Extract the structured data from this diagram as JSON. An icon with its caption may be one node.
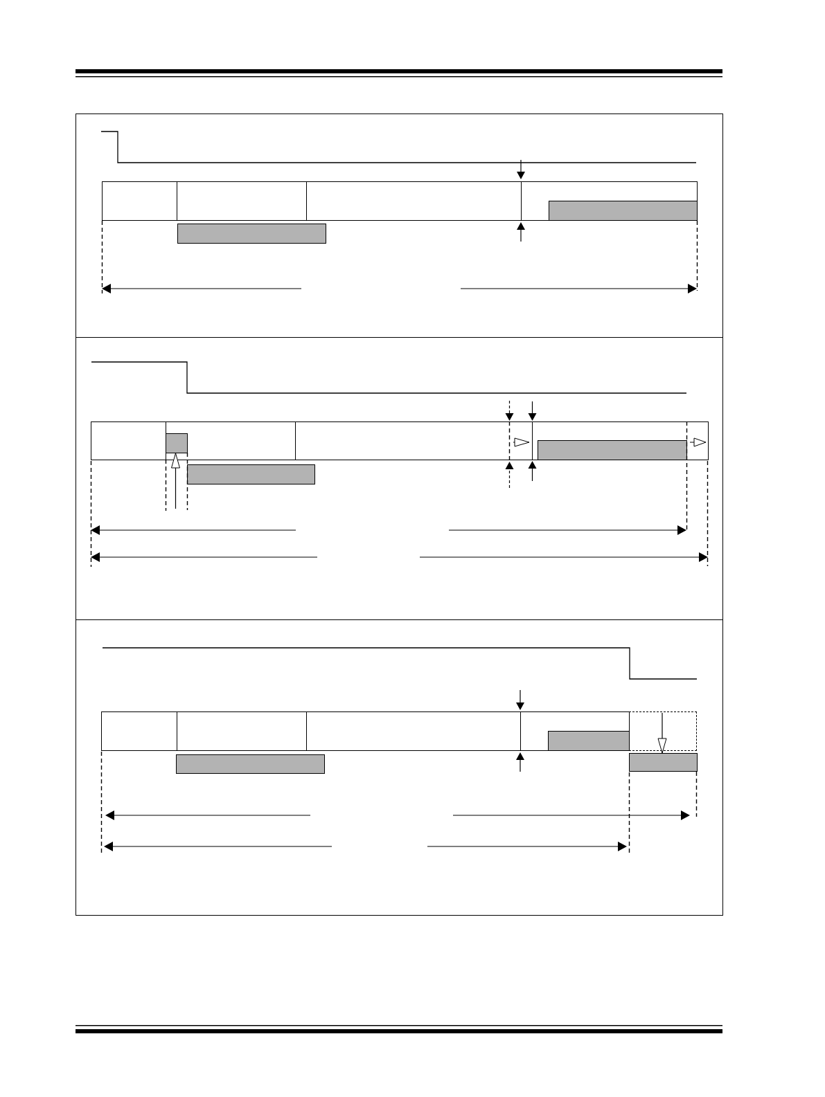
{
  "diagram": {
    "nodes": [
      {
        "text": [],
        "shape": "box"
      },
      {
        "text": [],
        "shape": "box",
        "in": 0
      },
      {
        "text": [],
        "shape": "box",
        "in": 0
      },
      {
        "text": [],
        "shape": "box",
        "in": 0
      },
      {
        "text": [],
        "shape": "box",
        "in": 0
      },
      {
        "text": [],
        "shape": "bar",
        "in": 4
      },
      {
        "text": [],
        "shape": "bar",
        "in": 0
      },
      {
        "text": [],
        "shape": "box"
      },
      {
        "text": [],
        "shape": "box",
        "in": 7
      },
      {
        "text": [],
        "shape": "box",
        "in": 7
      },
      {
        "text": [],
        "shape": "bar",
        "in": 9
      },
      {
        "text": [],
        "shape": "box",
        "in": 7
      },
      {
        "text": [],
        "shape": "box",
        "in": 7
      },
      {
        "text": [],
        "shape": "bar",
        "in": 12
      },
      {
        "text": [],
        "shape": "bar",
        "in": 7
      },
      {
        "text": [],
        "shape": "box"
      },
      {
        "text": [],
        "shape": "box",
        "in": 15
      },
      {
        "text": [],
        "shape": "box",
        "in": 15
      },
      {
        "text": [],
        "shape": "box",
        "in": 15
      },
      {
        "text": [],
        "shape": "box",
        "in": 15
      },
      {
        "text": [],
        "shape": "bar",
        "in": 19
      },
      {
        "text": [],
        "shape": "box",
        "in": 15
      },
      {
        "text": [],
        "shape": "bar",
        "in": 15
      },
      {
        "text": [],
        "shape": "bar",
        "in": 15
      }
    ],
    "edges": [
      {
        "from": null,
        "to": 10,
        "arrow": "to"
      },
      {
        "from": 21,
        "to": 23,
        "arrow": "to"
      }
    ]
  }
}
